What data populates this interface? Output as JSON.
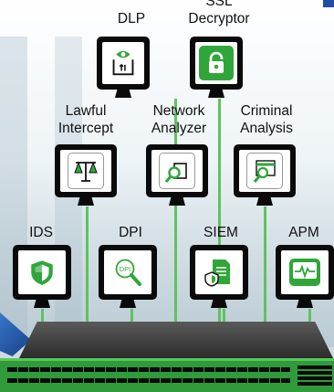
{
  "devices": {
    "dlp": {
      "label": "DLP",
      "icon": "eye-document-icon"
    },
    "ssl": {
      "label": "SSL\nDecryptor",
      "icon": "padlock-icon"
    },
    "lawful": {
      "label": "Lawful\nIntercept",
      "icon": "scales-icon"
    },
    "network_analyzer": {
      "label": "Network\nAnalyzer",
      "icon": "magnifier-document-icon"
    },
    "criminal": {
      "label": "Criminal\nAnalysis",
      "icon": "magnifier-window-icon"
    },
    "ids": {
      "label": "IDS",
      "icon": "shield-icon"
    },
    "dpi": {
      "label": "DPI",
      "icon": "dpi-magnifier-icon"
    },
    "siem": {
      "label": "SIEM",
      "icon": "secure-document-icon"
    },
    "apm": {
      "label": "APM",
      "icon": "heartbeat-monitor-icon"
    }
  },
  "colors": {
    "accent_green": "#30a63a",
    "cable_green": "#5ec35e",
    "monitor_black": "#0a0a0a",
    "switch_green": "#2f9b3a"
  }
}
